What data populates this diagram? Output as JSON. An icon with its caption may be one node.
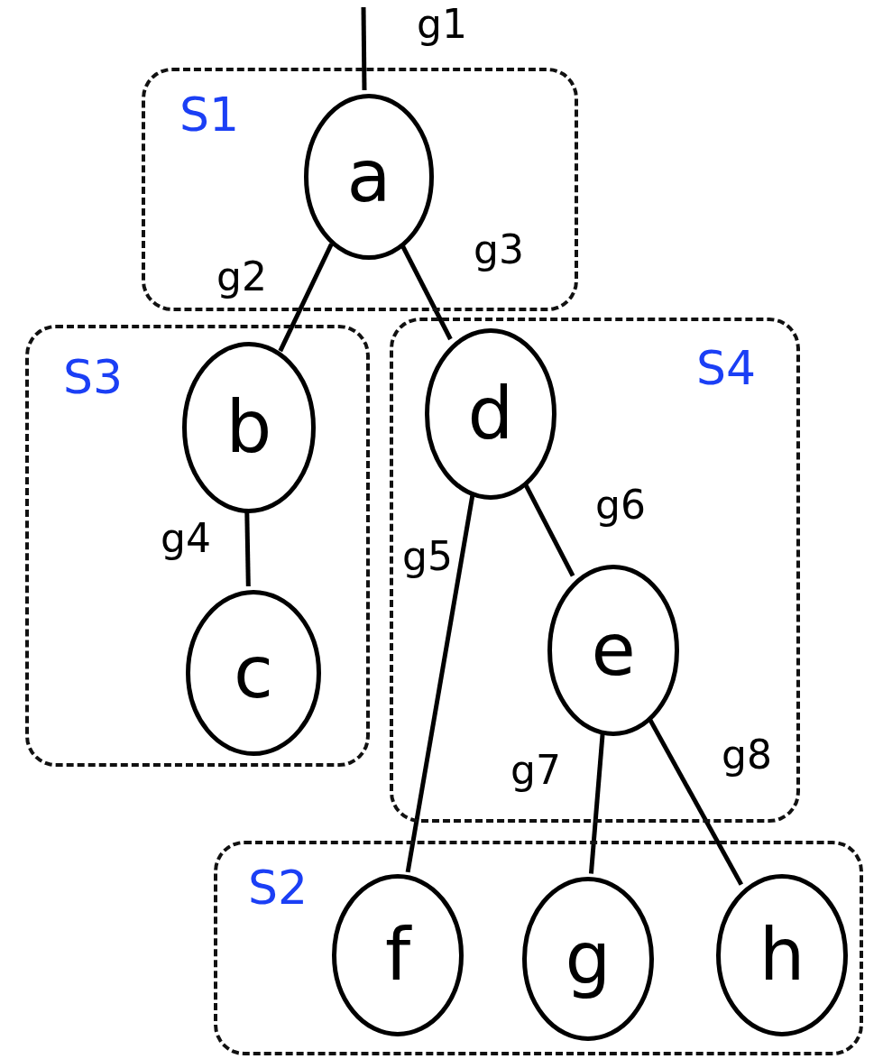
{
  "diagram": {
    "nodes": [
      {
        "text": [
          "S1"
        ]
      },
      {
        "text": [
          "a"
        ],
        "in": 0
      },
      {
        "text": [
          "S3"
        ]
      },
      {
        "text": [
          "b"
        ],
        "in": 2
      },
      {
        "text": [
          "c"
        ],
        "in": 2
      },
      {
        "text": [
          "S4"
        ]
      },
      {
        "text": [
          "d"
        ],
        "in": 5
      },
      {
        "text": [
          "e"
        ],
        "in": 5
      },
      {
        "text": [
          "S2"
        ]
      },
      {
        "text": [
          "f"
        ],
        "in": 8
      },
      {
        "text": [
          "g"
        ],
        "in": 8
      },
      {
        "text": [
          "h"
        ],
        "in": 8
      }
    ],
    "edges": [
      {
        "from": null,
        "to": 1,
        "arrow": "none",
        "label": "g1"
      },
      {
        "from": 1,
        "to": 3,
        "arrow": "none",
        "label": "g2"
      },
      {
        "from": 1,
        "to": 6,
        "arrow": "none",
        "label": "g3"
      },
      {
        "from": 3,
        "to": 4,
        "arrow": "none",
        "label": "g4"
      },
      {
        "from": 6,
        "to": 9,
        "arrow": "none",
        "label": "g5"
      },
      {
        "from": 6,
        "to": 7,
        "arrow": "none",
        "label": "g6"
      },
      {
        "from": 7,
        "to": 10,
        "arrow": "none",
        "label": "g7"
      },
      {
        "from": 7,
        "to": 11,
        "arrow": "none",
        "label": "g8"
      }
    ]
  }
}
